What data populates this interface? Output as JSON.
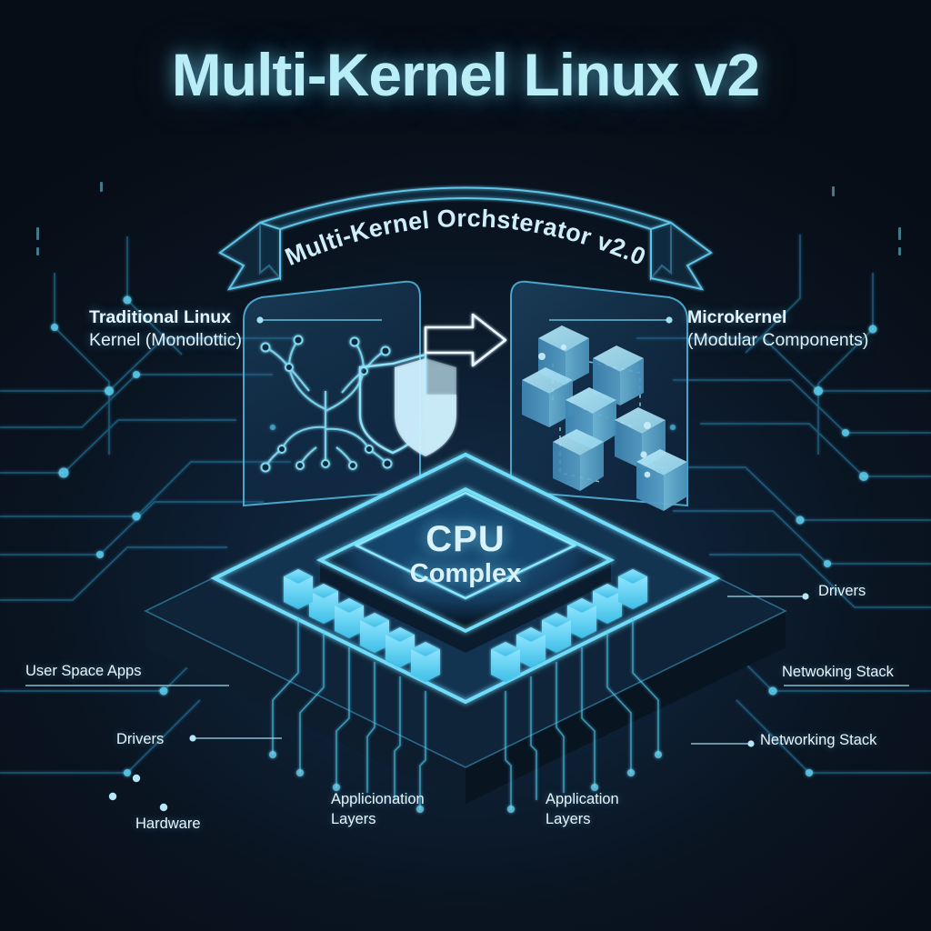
{
  "title": "Multi-Kernel Linux v2",
  "banner": {
    "text": "Multi-Kernel Orchsterator v2.0"
  },
  "panels": {
    "left": {
      "label": "Traditional Linux",
      "sublabel": "Kernel (Monollottic)",
      "icon": "neural-tree-shield-icon"
    },
    "right": {
      "label": "Microkernel",
      "sublabel": "(Modular Components)",
      "icon": "modular-cubes-icon"
    }
  },
  "transition_arrow": {
    "icon": "right-arrow-icon"
  },
  "chip": {
    "line1": "CPU",
    "line2": "Complex"
  },
  "callouts": [
    {
      "id": "user-space-apps",
      "text": "User Space Apps"
    },
    {
      "id": "drivers-left",
      "text": "Drivers"
    },
    {
      "id": "hardware",
      "text": "Hardware"
    },
    {
      "id": "application-layers-left",
      "line1": "Applicionation",
      "line2": "Layers"
    },
    {
      "id": "application-layers-right",
      "line1": "Application",
      "line2": "Layers"
    },
    {
      "id": "drivers-right",
      "text": "Drivers"
    },
    {
      "id": "networking-stack-a",
      "text": "Netwoking Stack"
    },
    {
      "id": "networking-stack-b",
      "text": "Networking Stack"
    }
  ],
  "colors": {
    "background": "#0a1522",
    "title": "#b9eef7",
    "accent_cyan": "#5ad4f5",
    "trace": "#3fb8e8",
    "panel_glass": "#1d4a6e",
    "chip_core": "#14395c",
    "text": "#e8f6fc"
  }
}
